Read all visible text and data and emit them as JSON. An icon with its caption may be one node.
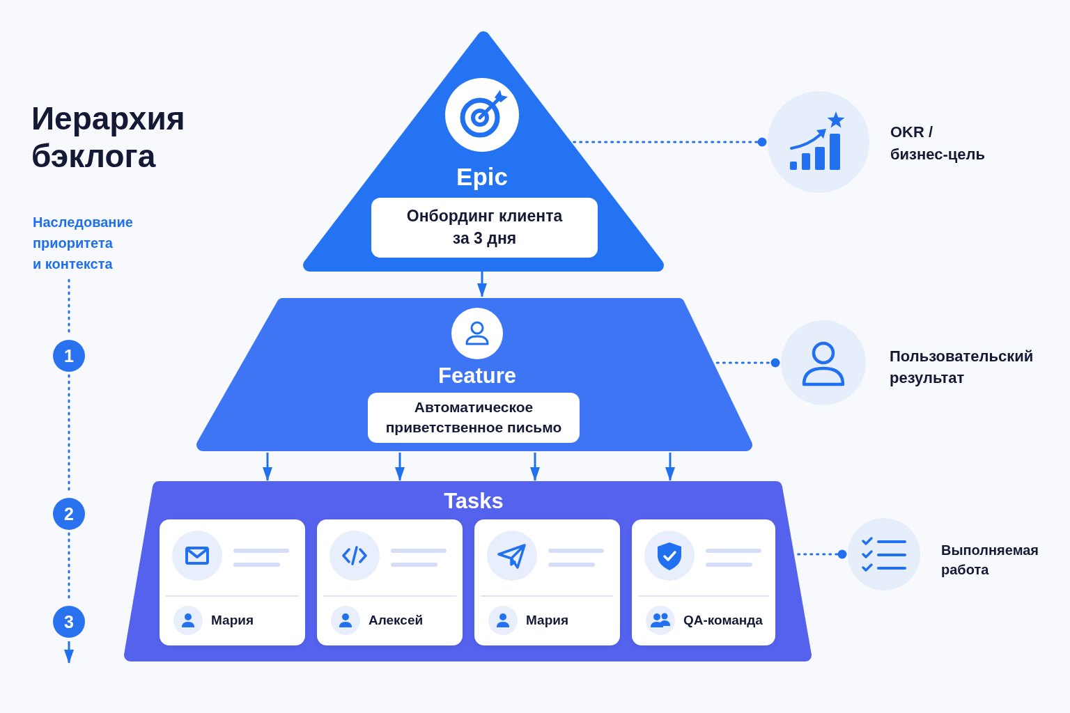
{
  "diagram": {
    "title": "Иерархия бэклога",
    "nodes": [
      {
        "text": [
          "Epic"
        ]
      },
      {
        "text": [
          "Онбординг клиента за 3 дня"
        ],
        "in": 0
      },
      {
        "text": [
          "Feature"
        ]
      },
      {
        "text": [
          "Автоматическое приветственное письмо"
        ],
        "in": 2
      },
      {
        "text": [
          "Tasks"
        ]
      },
      {
        "text": [
          "Мария"
        ],
        "in": 4
      },
      {
        "text": [
          "Алексей"
        ],
        "in": 4
      },
      {
        "text": [
          "Мария"
        ],
        "in": 4
      },
      {
        "text": [
          "QA-команда"
        ],
        "in": 4
      },
      {
        "text": [],
        "shape": "circle",
        "beside": [
          "OKR / бизнес-цель"
        ]
      },
      {
        "text": [],
        "shape": "circle",
        "beside": [
          "Пользовательский результат"
        ]
      },
      {
        "text": [],
        "shape": "circle",
        "beside": [
          "Выполняемая работа"
        ]
      },
      {
        "text": [
          "Наследование приоритета и контекста"
        ]
      },
      {
        "text": [
          "1"
        ]
      },
      {
        "text": [
          "2"
        ]
      },
      {
        "text": [
          "3"
        ]
      }
    ],
    "edges": [
      {
        "from": 0,
        "to": 2,
        "arrow": "to"
      },
      {
        "from": 2,
        "to": 4,
        "arrow": "to"
      },
      {
        "from": 2,
        "to": 4,
        "arrow": "to"
      },
      {
        "from": 2,
        "to": 4,
        "arrow": "to"
      },
      {
        "from": 2,
        "to": 4,
        "arrow": "to"
      },
      {
        "from": 0,
        "to": 9,
        "arrow": "other",
        "style": "dashed"
      },
      {
        "from": 2,
        "to": 10,
        "arrow": "other",
        "style": "dashed"
      },
      {
        "from": 4,
        "to": 11,
        "arrow": "other",
        "style": "dashed"
      },
      {
        "from": 12,
        "to": 13,
        "arrow": "none",
        "style": "dashed"
      },
      {
        "from": 13,
        "to": 14,
        "arrow": "none",
        "style": "dashed"
      },
      {
        "from": 14,
        "to": 15,
        "arrow": "none",
        "style": "dashed"
      },
      {
        "from": 15,
        "to": null,
        "arrow": "to"
      }
    ]
  }
}
